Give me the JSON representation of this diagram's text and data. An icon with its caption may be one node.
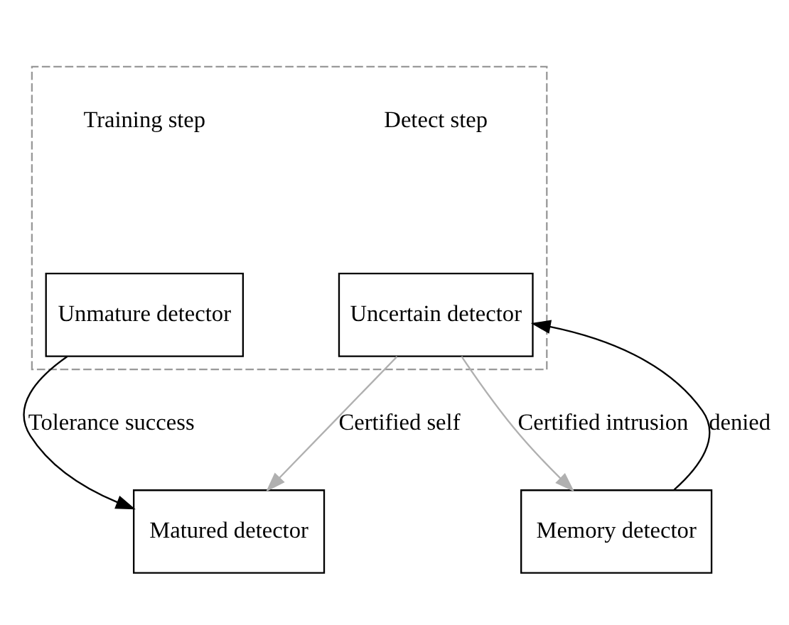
{
  "diagram": {
    "nodes": [
      {
        "text": [],
        "shape": "box"
      },
      {
        "text": [
          "Unmature detector"
        ],
        "in": 0
      },
      {
        "text": [
          "Uncertain detector"
        ],
        "in": 0
      },
      {
        "text": [
          "Matured detector"
        ]
      },
      {
        "text": [
          "Memory detector"
        ]
      }
    ],
    "edges": [
      {
        "from": 1,
        "to": 3,
        "arrow": "to",
        "label": "Tolerance success"
      },
      {
        "from": 2,
        "to": 3,
        "arrow": "to",
        "label": "Certified self",
        "color": "#b0b0b0"
      },
      {
        "from": 2,
        "to": 4,
        "arrow": "to",
        "label": "Certified intrusion",
        "color": "#b0b0b0"
      },
      {
        "from": 4,
        "to": 2,
        "arrow": "to",
        "label": "denied"
      }
    ],
    "labels": [
      "Training step",
      "Detect step"
    ]
  }
}
